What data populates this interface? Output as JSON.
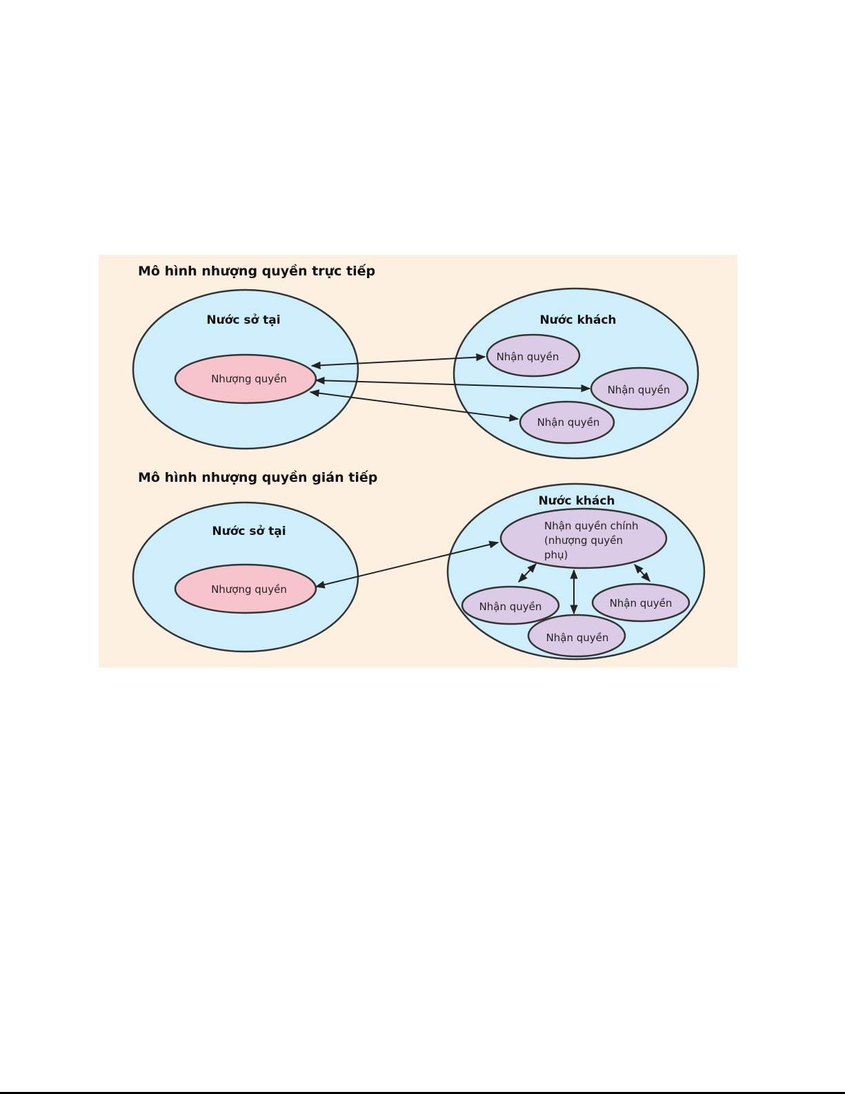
{
  "diagram": {
    "colors": {
      "background": "#fdf0e0",
      "country": "#cdeefa",
      "franchisor": "#f7c3cc",
      "franchisee": "#dccbe6"
    },
    "direct": {
      "title": "Mô hình nhượng quyền trực tiếp",
      "host_label": "Nước sở tại",
      "guest_label": "Nước khách",
      "franchisor": "Nhượng quyền",
      "franchisees": [
        "Nhận quyền",
        "Nhận quyền",
        "Nhận quyền"
      ]
    },
    "indirect": {
      "title": "Mô hình nhượng quyền gián tiếp",
      "host_label": "Nước sở tại",
      "guest_label": "Nước khách",
      "franchisor": "Nhượng quyền",
      "master_lines": [
        "Nhận quyền chính",
        "(nhượng quyền",
        "phụ)"
      ],
      "franchisees": [
        "Nhận quyền",
        "Nhận quyền",
        "Nhận quyền"
      ]
    }
  }
}
